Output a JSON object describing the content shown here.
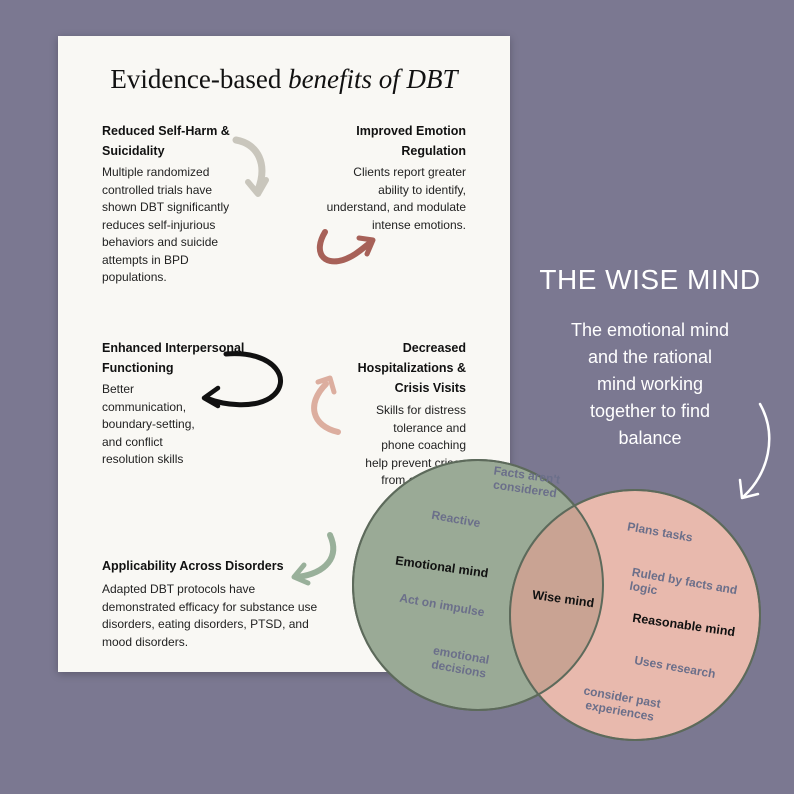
{
  "card": {
    "title_plain": "Evidence-based ",
    "title_italic": "benefits of DBT",
    "sections": [
      {
        "heading_1": "Reduced Self-Harm &",
        "heading_2": "Suicidality",
        "body": [
          "Multiple randomized",
          "controlled trials have",
          "shown DBT significantly",
          "reduces self-injurious",
          "behaviors and suicide",
          "attempts in BPD",
          "populations."
        ]
      },
      {
        "heading_1": "Improved Emotion",
        "heading_2": "Regulation",
        "body": [
          "Clients report greater",
          "ability to identify,",
          "understand, and modulate",
          "intense emotions."
        ]
      },
      {
        "heading_1": "Enhanced Interpersonal",
        "heading_2": "Functioning",
        "body": [
          "Better",
          "communication,",
          "boundary-setting,",
          "and conflict",
          "resolution skills"
        ]
      },
      {
        "heading_1": "Decreased",
        "heading_2": "Hospitalizations &",
        "heading_3": "Crisis Visits",
        "body": [
          "Skills for distress",
          "tolerance and",
          "phone coaching",
          "help prevent crises",
          "from escalating."
        ]
      },
      {
        "heading_1": "Applicability Across Disorders",
        "body": [
          "Adapted DBT protocols have",
          "demonstrated efficacy for substance use",
          "disorders, eating disorders, PTSD, and",
          "mood disorders."
        ]
      }
    ]
  },
  "wise": {
    "title": "THE WISE MIND",
    "subtitle": [
      "The emotional mind",
      "and the rational",
      "mind working",
      "together to find",
      "balance"
    ]
  },
  "venn": {
    "left_label": "Emotional mind",
    "right_label": "Reasonable mind",
    "center_label": "Wise mind",
    "left_items": [
      "Facts aren't considered",
      "Reactive",
      "Act on impulse",
      "emotional decisions"
    ],
    "right_items": [
      "Plans tasks",
      "Ruled by facts and logic",
      "Uses research",
      "consider past experiences"
    ],
    "colors": {
      "left": "#9aaa96",
      "right": "#e8b9ad",
      "overlap": "#c9a393"
    }
  },
  "colors": {
    "background": "#7b7891",
    "card": "#f9f8f4",
    "arrow_gray": "#c9c6bc",
    "arrow_red": "#a76158",
    "arrow_black": "#111111",
    "arrow_pink": "#dcae9f",
    "arrow_green": "#99b09a"
  }
}
